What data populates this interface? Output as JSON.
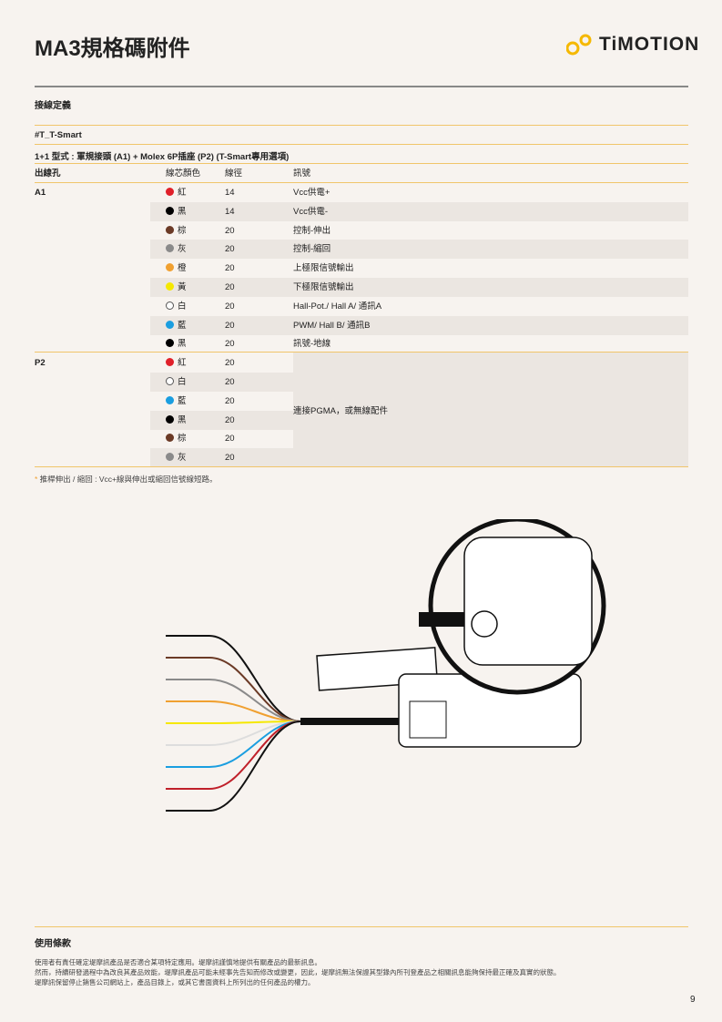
{
  "header": {
    "title": "MA3規格碼附件",
    "logo_text": "TiMOTION"
  },
  "section": "接線定義",
  "model": "#T_T-Smart",
  "config": "1+1 型式 : 軍規接頭 (A1) + Molex 6P插座 (P2) (T-Smart專用選項)",
  "table": {
    "headers": [
      "出線孔",
      "線芯顏色",
      "線徑",
      "訊號"
    ],
    "rows": [
      {
        "port": "A1",
        "color": "紅",
        "hex": "#e0202a",
        "gauge": "14",
        "signal": "Vcc供電+"
      },
      {
        "port": "",
        "color": "黑",
        "hex": "#000000",
        "gauge": "14",
        "signal": "Vcc供電-"
      },
      {
        "port": "",
        "color": "棕",
        "hex": "#6b3a26",
        "gauge": "20",
        "signal": "控制-伸出"
      },
      {
        "port": "",
        "color": "灰",
        "hex": "#8a8a8a",
        "gauge": "20",
        "signal": "控制-縮回"
      },
      {
        "port": "",
        "color": "橙",
        "hex": "#f0a030",
        "gauge": "20",
        "signal": "上極限信號輸出"
      },
      {
        "port": "",
        "color": "黃",
        "hex": "#f5e800",
        "gauge": "20",
        "signal": "下極限信號輸出"
      },
      {
        "port": "",
        "color": "白",
        "hex": "#ffffff",
        "gauge": "20",
        "signal": "Hall-Pot./ Hall A/ 通訊A"
      },
      {
        "port": "",
        "color": "藍",
        "hex": "#1a9ee0",
        "gauge": "20",
        "signal": "PWM/ Hall B/ 通訊B"
      },
      {
        "port": "",
        "color": "黑",
        "hex": "#000000",
        "gauge": "20",
        "signal": "訊號-地線"
      },
      {
        "port": "P2",
        "color": "紅",
        "hex": "#e0202a",
        "gauge": "20",
        "signal": ""
      },
      {
        "port": "",
        "color": "白",
        "hex": "#ffffff",
        "gauge": "20",
        "signal": ""
      },
      {
        "port": "",
        "color": "藍",
        "hex": "#1a9ee0",
        "gauge": "20",
        "signal": ""
      },
      {
        "port": "",
        "color": "黑",
        "hex": "#000000",
        "gauge": "20",
        "signal": ""
      },
      {
        "port": "",
        "color": "棕",
        "hex": "#6b3a26",
        "gauge": "20",
        "signal": ""
      },
      {
        "port": "",
        "color": "灰",
        "hex": "#8a8a8a",
        "gauge": "20",
        "signal": ""
      }
    ],
    "p2_signal": "連接PGMA，或無線配件"
  },
  "note": "推桿伸出 / 縮回 : Vcc+線與伸出或縮回信號線短路。",
  "terms": {
    "title": "使用條款",
    "lines": [
      "使用者有責任確定堤摩訊產品是否適合某項特定應用。堤摩訊謹慎地提供有關產品的最新訊息。",
      "然而，持續研發過程中為改良其產品效能，堤摩訊產品可能未經事先告知而修改或變更，因此，堤摩訊無法保證其型錄內所刊登產品之相關訊息能夠保持最正確及真實的狀態。",
      "堤摩訊保留停止銷售公司網站上，產品目錄上，或其它書面資料上所列出的任何產品的權力。"
    ]
  },
  "page_number": "9",
  "colors": {
    "accent": "#f0c56a",
    "logo": "#f5b800"
  }
}
